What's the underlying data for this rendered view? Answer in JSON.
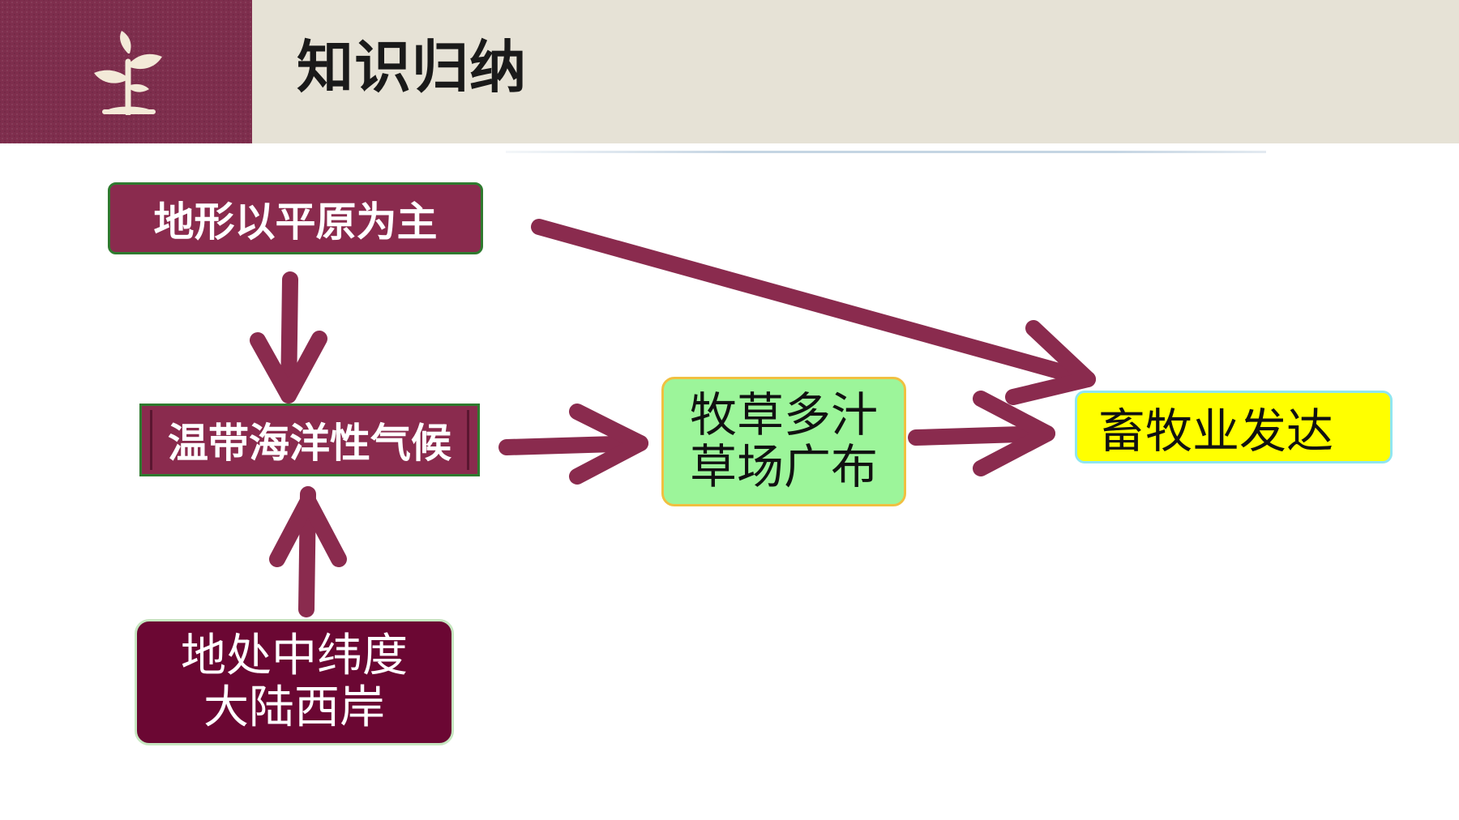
{
  "header": {
    "title": "知识归纳",
    "icon": "plant-sprout-icon"
  },
  "colors": {
    "header_band": "#e6e2d6",
    "header_accent": "#7e2e4d",
    "arrow": "#8a2b4e",
    "node_maroon": "#8a2b4e",
    "node_dark_maroon": "#6b0733",
    "node_green": "#9cf59a",
    "node_yellow": "#ffff00"
  },
  "nodes": {
    "terrain": "地形以平原为主",
    "climate": "温带海洋性气候",
    "latitude": {
      "line1": "地处中纬度",
      "line2": "大陆西岸"
    },
    "grass": {
      "line1": "牧草多汁",
      "line2": "草场广布"
    },
    "animal_husbandry": "畜牧业发达"
  }
}
